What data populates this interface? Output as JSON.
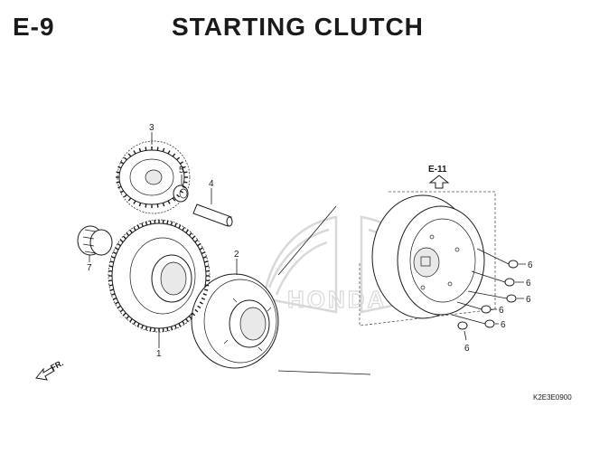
{
  "header": {
    "section_code": "E-9",
    "title": "STARTING CLUTCH"
  },
  "callouts": [
    {
      "id": "part-1",
      "label": "1"
    },
    {
      "id": "part-2",
      "label": "2"
    },
    {
      "id": "part-3",
      "label": "3"
    },
    {
      "id": "part-4",
      "label": "4"
    },
    {
      "id": "part-5",
      "label": "5"
    },
    {
      "id": "part-6a",
      "label": "6"
    },
    {
      "id": "part-6b",
      "label": "6"
    },
    {
      "id": "part-6c",
      "label": "6"
    },
    {
      "id": "part-6d",
      "label": "6"
    },
    {
      "id": "part-6e",
      "label": "6"
    },
    {
      "id": "part-6f",
      "label": "6"
    },
    {
      "id": "part-7",
      "label": "7"
    }
  ],
  "reference": {
    "label": "E-11"
  },
  "direction": {
    "label": "FR."
  },
  "diagram_code": "K2E3E0900",
  "colors": {
    "ink": "#1a1a1a",
    "watermark": "#d8d8d8"
  }
}
